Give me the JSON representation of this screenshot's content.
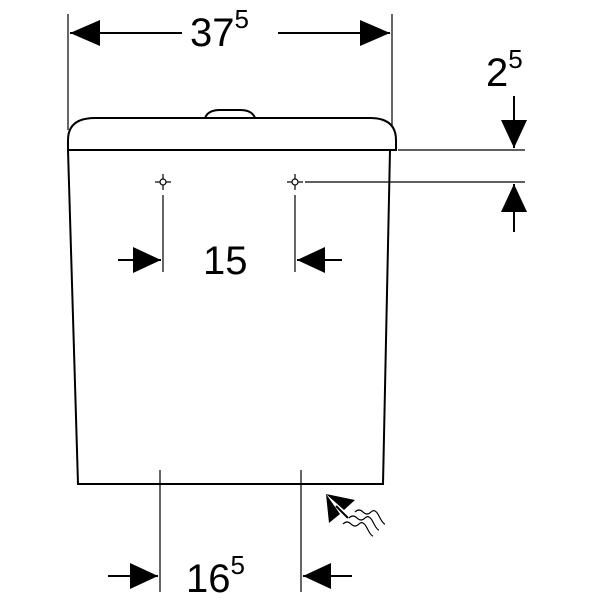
{
  "dimensions": {
    "top_width": {
      "main": "37",
      "sup": "5"
    },
    "lid_offset": {
      "main": "2",
      "sup": "5"
    },
    "hole_spacing": {
      "main": "15"
    },
    "bottom_width": {
      "main": "16",
      "sup": "5"
    }
  },
  "colors": {
    "stroke": "#000000",
    "background": "#ffffff"
  }
}
